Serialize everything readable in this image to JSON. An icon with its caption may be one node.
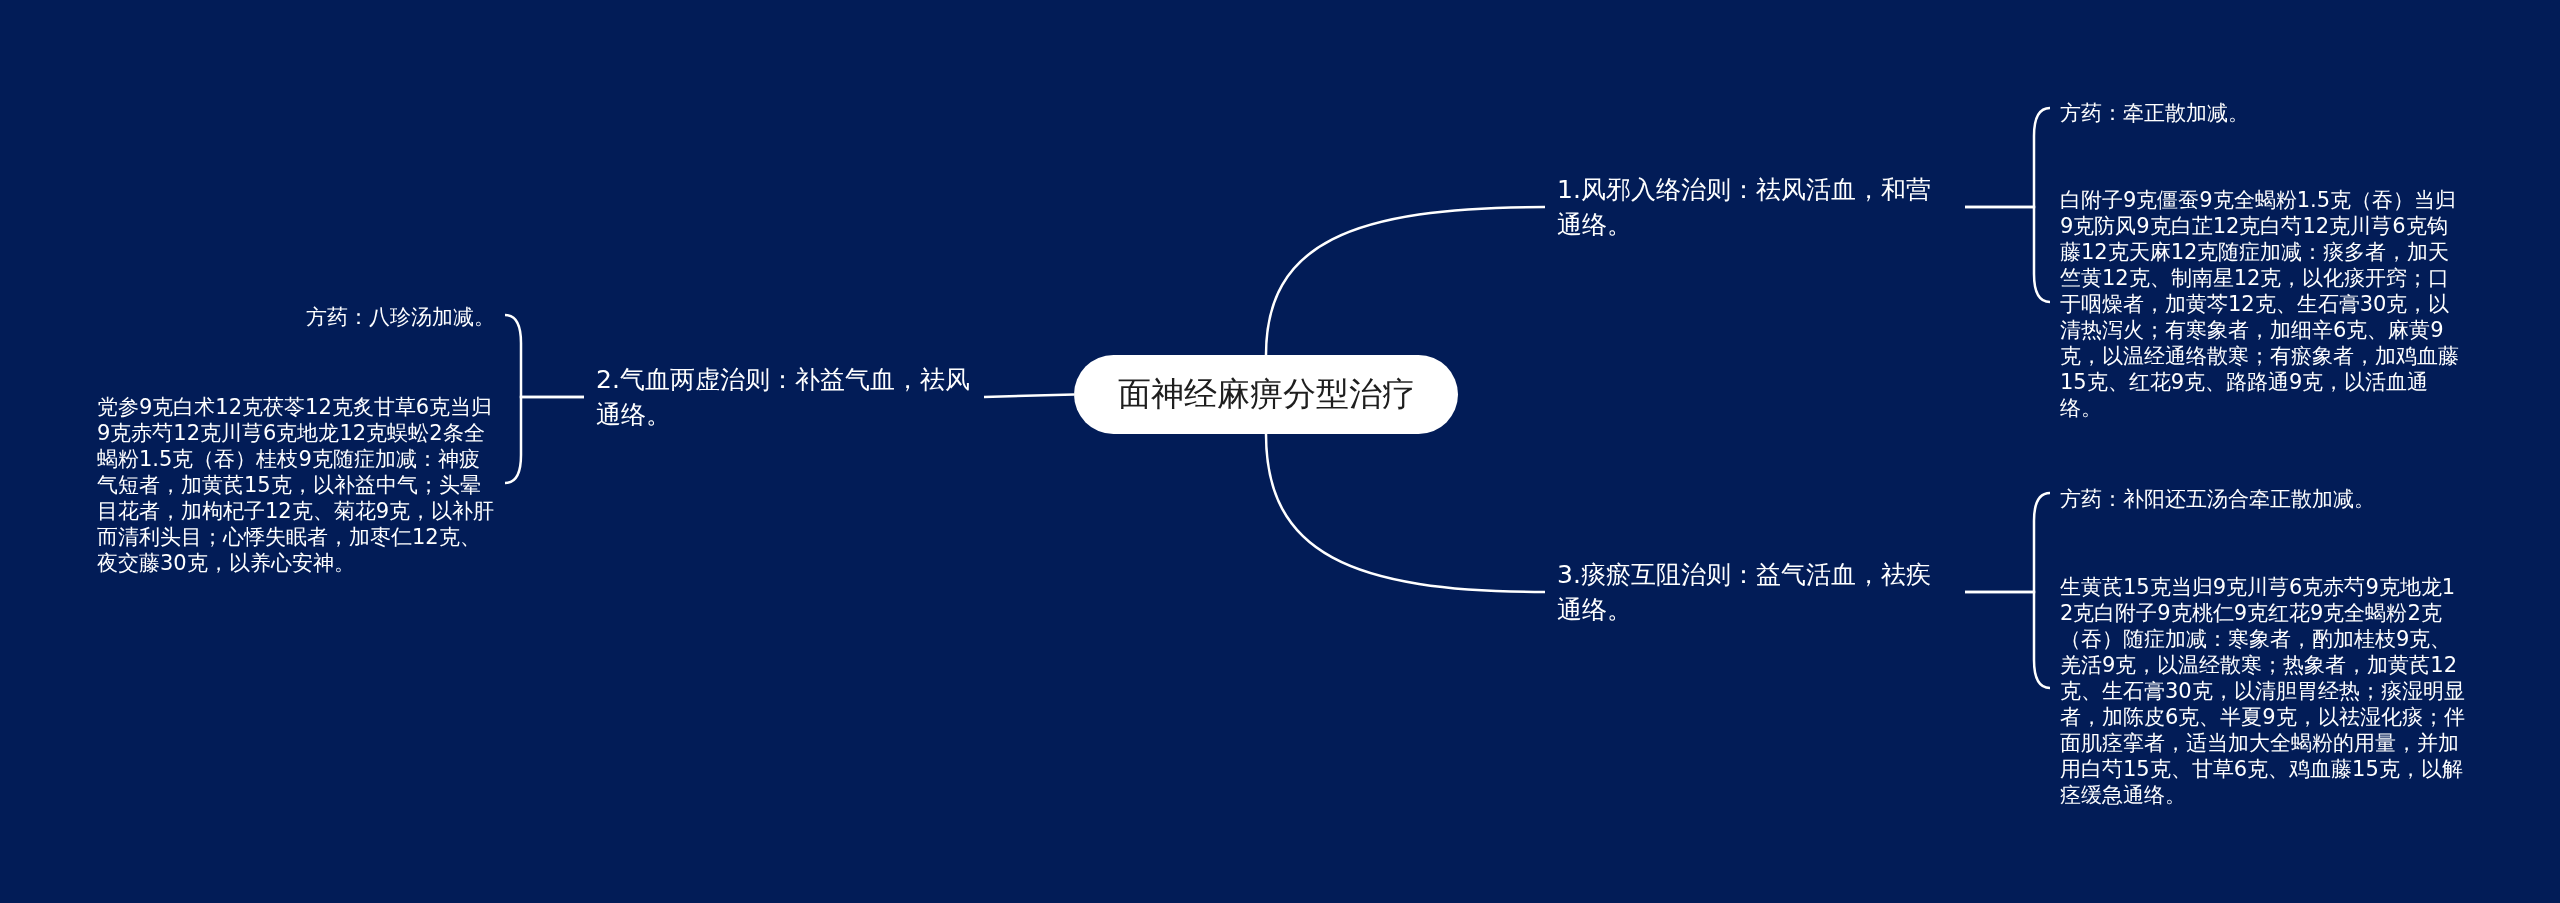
{
  "diagram": {
    "nodes": [
      {
        "text": [
          "面神经麻痹分型治疗"
        ]
      },
      {
        "text": [
          "1.风邪入络治则：祛风活血，和营通络。"
        ]
      },
      {
        "text": [
          "方药：牵正散加减。"
        ]
      },
      {
        "text": [
          "白附子9克僵蚕9克全蝎粉1.5克（吞）当归9克防风9克白芷12克白芍12克川芎6克钩藤12克天麻12克随症加减：痰多者，加天竺黄12克、制南星12克，以化痰开窍；口于咽燥者，加黄芩12克、生石膏30克，以清热泻火；有寒象者，加细辛6克、麻黄9克，以温经通络散寒；有瘀象者，加鸡血藤15克、红花9克、路路通9克，以活血通络。"
        ]
      },
      {
        "text": [
          "2.气血两虚治则：补益气血，祛风通络。"
        ]
      },
      {
        "text": [
          "方药：八珍汤加减。"
        ]
      },
      {
        "text": [
          "党参9克白术12克茯苓12克炙甘草6克当归9克赤芍12克川芎6克地龙12克蜈蚣2条全蝎粉1.5克（吞）桂枝9克随症加减：神疲气短者，加黄芪15克，以补益中气；头晕目花者，加枸杞子12克、菊花9克，以补肝而清利头目；心悸失眠者，加枣仁12克、夜交藤30克，以养心安神。"
        ]
      },
      {
        "text": [
          "3.痰瘀互阻治则：益气活血，祛疾通络。"
        ]
      },
      {
        "text": [
          "方药：补阳还五汤合牵正散加减。"
        ]
      },
      {
        "text": [
          "生黄芪15克当归9克川芎6克赤芍9克地龙12克白附子9克桃仁9克红花9克全蝎粉2克（吞）随症加减：寒象者，酌加桂枝9克、羌活9克，以温经散寒；热象者，加黄芪12克、生石膏30克，以清胆胃经热；痰湿明显者，加陈皮6克、半夏9克，以祛湿化痰；伴面肌痉挛者，适当加大全蝎粉的用量，并加用白芍15克、甘草6克、鸡血藤15克，以解痉缓急通络。"
        ]
      }
    ],
    "edges": [
      {
        "from": 0,
        "to": 1,
        "arrow": "none"
      },
      {
        "from": 1,
        "to": 2,
        "arrow": "none"
      },
      {
        "from": 1,
        "to": 3,
        "arrow": "none"
      },
      {
        "from": 0,
        "to": 4,
        "arrow": "none"
      },
      {
        "from": 4,
        "to": 5,
        "arrow": "none"
      },
      {
        "from": 4,
        "to": 6,
        "arrow": "none"
      },
      {
        "from": 0,
        "to": 7,
        "arrow": "none"
      },
      {
        "from": 7,
        "to": 8,
        "arrow": "none"
      },
      {
        "from": 7,
        "to": 9,
        "arrow": "none"
      }
    ]
  }
}
